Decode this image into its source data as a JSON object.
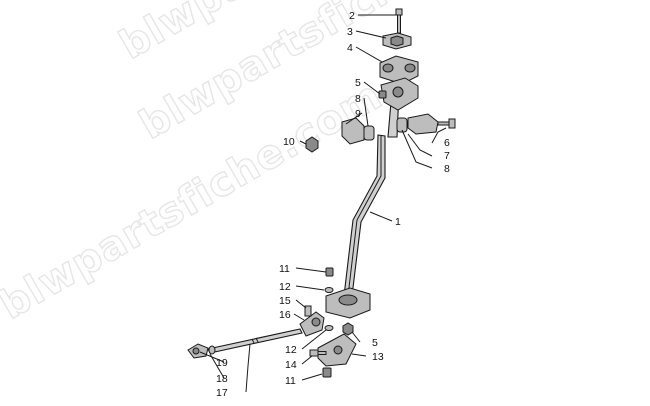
{
  "watermark": "blwpartsfiche.com",
  "callouts": [
    {
      "id": "c-2",
      "text": "2"
    },
    {
      "id": "c-3",
      "text": "3"
    },
    {
      "id": "c-4",
      "text": "4"
    },
    {
      "id": "c-5a",
      "text": "5"
    },
    {
      "id": "c-8a",
      "text": "8"
    },
    {
      "id": "c-9",
      "text": "9"
    },
    {
      "id": "c-10",
      "text": "10"
    },
    {
      "id": "c-6",
      "text": "6"
    },
    {
      "id": "c-7",
      "text": "7"
    },
    {
      "id": "c-8b",
      "text": "8"
    },
    {
      "id": "c-1",
      "text": "1"
    },
    {
      "id": "c-11a",
      "text": "11"
    },
    {
      "id": "c-12a",
      "text": "12"
    },
    {
      "id": "c-15",
      "text": "15"
    },
    {
      "id": "c-16",
      "text": "16"
    },
    {
      "id": "c-12b",
      "text": "12"
    },
    {
      "id": "c-5b",
      "text": "5"
    },
    {
      "id": "c-13",
      "text": "13"
    },
    {
      "id": "c-14",
      "text": "14"
    },
    {
      "id": "c-11b",
      "text": "11"
    },
    {
      "id": "c-19",
      "text": "19"
    },
    {
      "id": "c-18",
      "text": "18"
    },
    {
      "id": "c-17",
      "text": "17"
    }
  ]
}
